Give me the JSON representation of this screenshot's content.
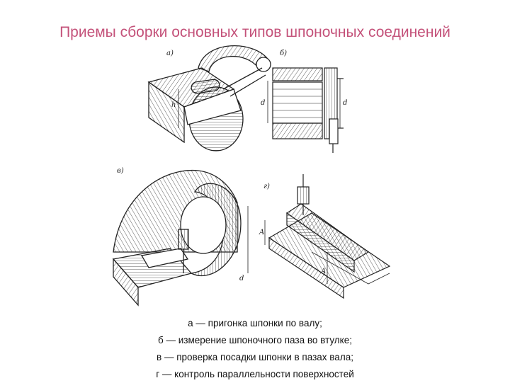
{
  "title": "Приемы сборки основных типов шпоночных соединений",
  "colors": {
    "title": "#c4527a",
    "ink": "#222222"
  },
  "figure": {
    "panel_labels": [
      "а)",
      "б)",
      "в)",
      "г)"
    ],
    "dim_labels": {
      "a_h": "h",
      "b_d1": "d",
      "b_d2": "d",
      "v_d": "d",
      "g_a1": "A",
      "g_a2": "A"
    }
  },
  "caption": {
    "lines": [
      "а — пригонка шпонки по валу;",
      "б — измерение шпоночного паза во втулке;",
      "в — проверка посадки шпонки в пазах вала;",
      "г — контроль параллельности поверхностей"
    ]
  }
}
